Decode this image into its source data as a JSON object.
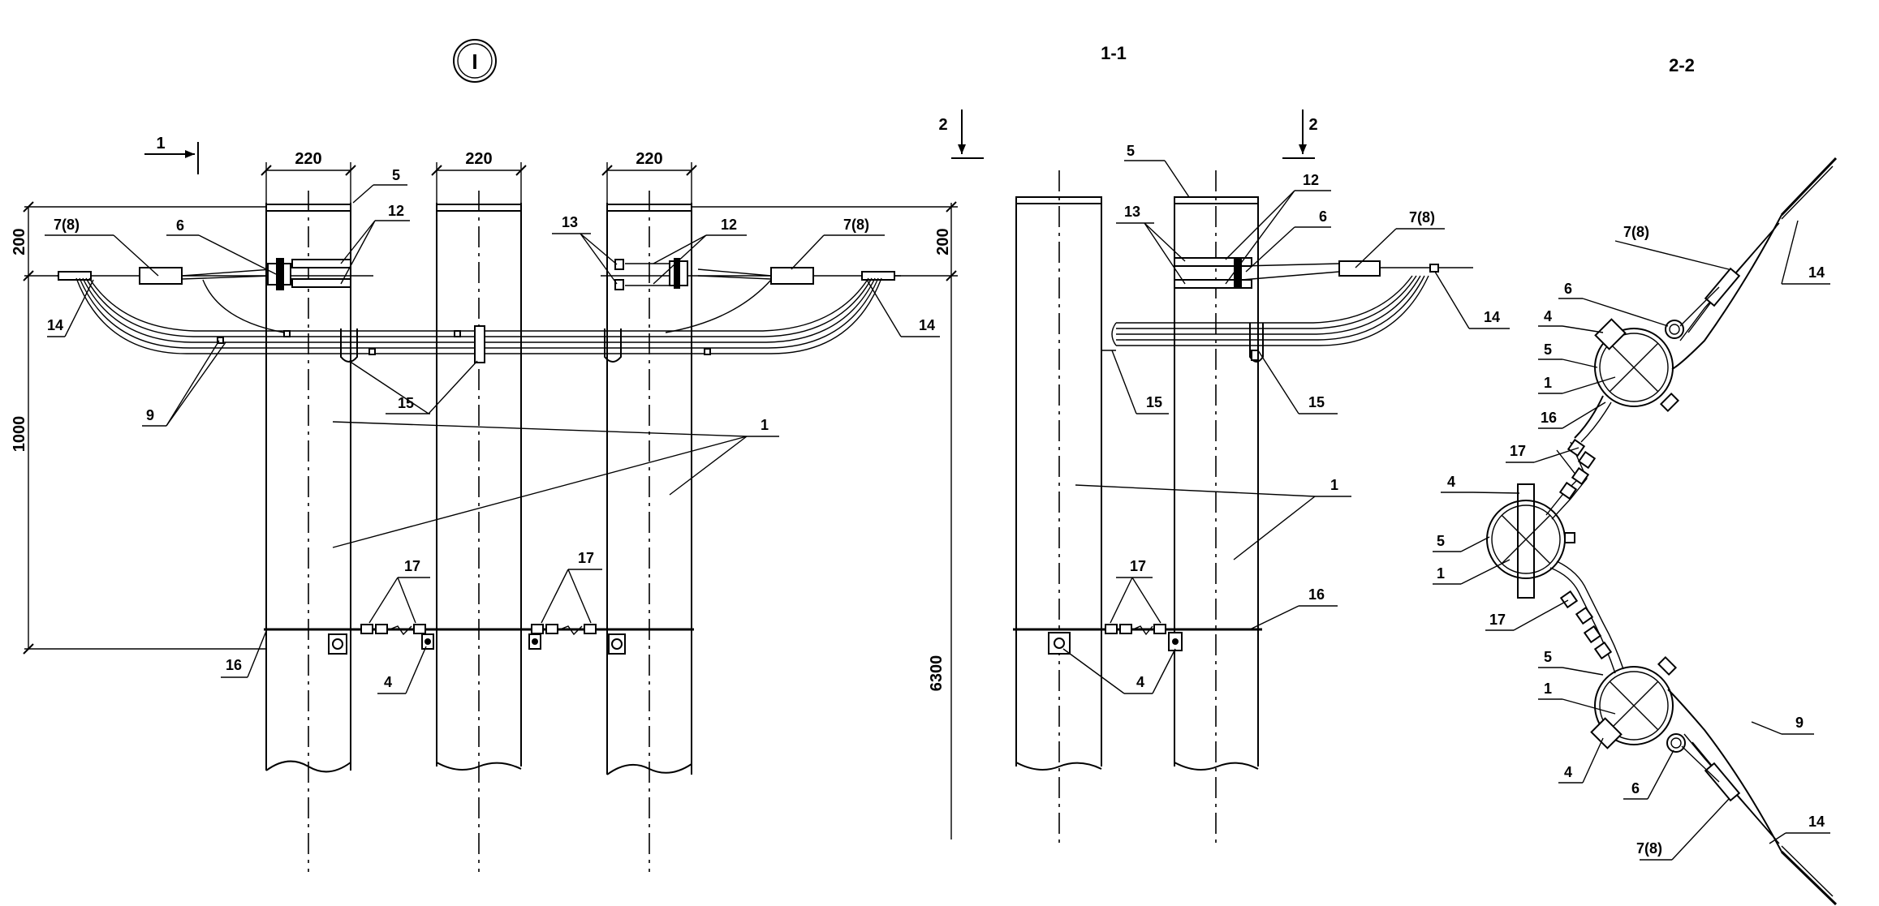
{
  "labels": {
    "view_marker": "I",
    "section_1": "1-1",
    "section_2": "2-2",
    "cut_1": "1",
    "cut_2": "2",
    "dim_220": "220",
    "dim_200": "200",
    "dim_1000": "1000",
    "dim_6300": "6300",
    "c1": "1",
    "c4": "4",
    "c5": "5",
    "c6": "6",
    "c78": "7(8)",
    "c9": "9",
    "c12": "12",
    "c13": "13",
    "c14": "14",
    "c15": "15",
    "c16": "16",
    "c17": "17"
  },
  "colors": {
    "line": "#000000",
    "background": "#ffffff"
  }
}
